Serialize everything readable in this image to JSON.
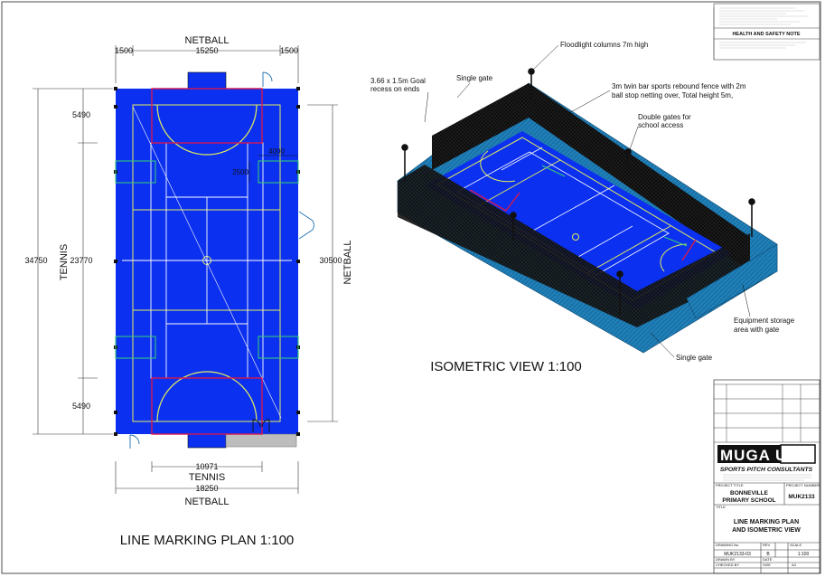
{
  "plan": {
    "top_label": "NETBALL",
    "bottom_label_tennis": "TENNIS",
    "bottom_label_netball": "NETBALL",
    "left_label": "TENNIS",
    "right_label": "NETBALL",
    "dim_top_left": "1500",
    "dim_top_mid": "15250",
    "dim_top_right": "1500",
    "dim_left_top": "5490",
    "dim_left_bottom": "5490",
    "dim_left_mid": "23770",
    "dim_left_outer": "34750",
    "dim_right_outer": "30500",
    "dim_inner_4000": "4000",
    "dim_inner_2500": "2500",
    "dim_bottom_tennis": "10971",
    "dim_bottom_netball": "18250",
    "title": "LINE MARKING PLAN 1:100"
  },
  "iso": {
    "title": "ISOMETRIC VIEW 1:100",
    "callout_floodlight": "Floodlight columns 7m high",
    "callout_goal_line1": "3.66 x 1.5m Goal",
    "callout_goal_line2": "recess on ends",
    "callout_single_gate_top": "Single gate",
    "callout_fence_line1": "3m twin bar sports rebound fence with 2m",
    "callout_fence_line2": "ball stop netting over, Total height 5m,",
    "callout_double_gate_line1": "Double gates for",
    "callout_double_gate_line2": "school access",
    "callout_storage_line1": "Equipment storage",
    "callout_storage_line2": "area with gate",
    "callout_single_gate_bottom": "Single gate"
  },
  "title_block": {
    "health_safety": "HEALTH AND SAFETY NOTE",
    "logo_text": "MUGA UK",
    "logo_sub": "SPORTS PITCH CONSULTANTS",
    "project_title_label": "PROJECT TITLE",
    "project_number_label": "PROJECT NUMBER",
    "project_name_line1": "BONNEVILLE",
    "project_name_line2": "PRIMARY SCHOOL",
    "project_number": "MUK2133",
    "title_label": "TITLE",
    "drawing_title_line1": "LINE MARKING PLAN",
    "drawing_title_line2": "AND ISOMETRIC VIEW",
    "drawing_no_label": "DRAWING No",
    "rev_label": "REV",
    "scale_label": "SCALE",
    "drawing_no": "MUK2133-03",
    "rev": "B",
    "scale": "1:100",
    "drawn_by_label": "DRAWN BY",
    "date_label": "DATE",
    "checked_by_label": "CHECKED BY",
    "size_label": "SIZE",
    "size": "A3"
  },
  "colors": {
    "court_blue": "#0b30f0",
    "court_line_white": "#ffffff",
    "netball_red": "#d6184f",
    "circle_yellow": "#e4ef5a",
    "tennis_green": "#34c77b",
    "fence_black": "#111111",
    "fence_teal": "#1f7fb8"
  }
}
